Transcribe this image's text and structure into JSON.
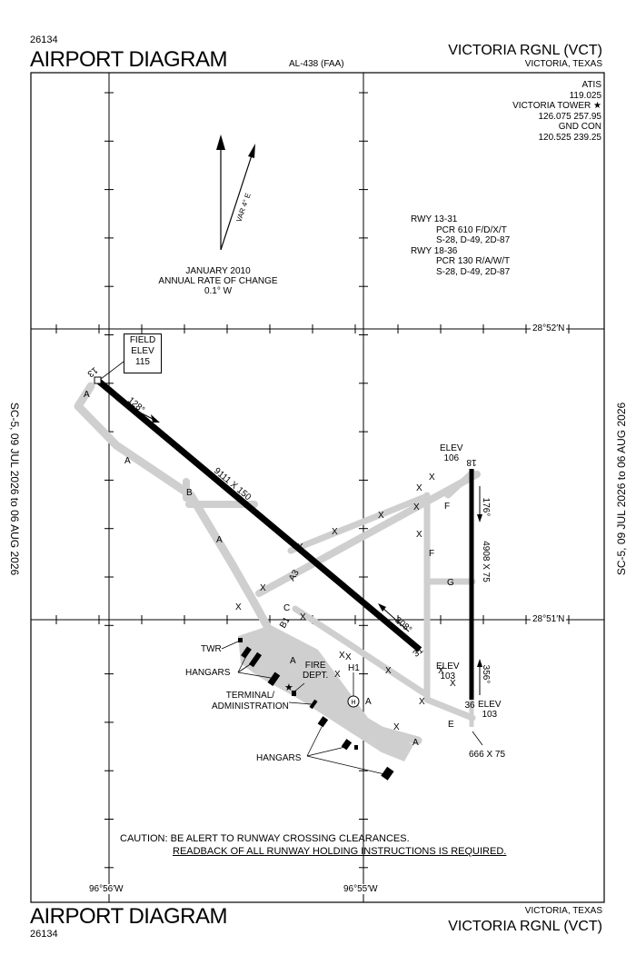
{
  "header": {
    "volume_number": "26134",
    "title": "AIRPORT DIAGRAM",
    "chart_id": "AL-438 (FAA)",
    "airport_name": "VICTORIA RGNL (VCT)",
    "city_state": "VICTORIA, TEXAS"
  },
  "footer": {
    "title": "AIRPORT DIAGRAM",
    "volume_number": "26134",
    "city_state": "VICTORIA, TEXAS",
    "airport_name": "VICTORIA RGNL (VCT)"
  },
  "side_text": {
    "left": "SC-5, 09 JUL 2026 to 06 AUG 2026",
    "right": "SC-5, 09 JUL 2026 to 06 AUG 2026"
  },
  "frequencies": {
    "atis_label": "ATIS",
    "atis_freq": "119.025",
    "tower_label": "VICTORIA TOWER ★",
    "tower_freq": "126.075 257.95",
    "gnd_label": "GND CON",
    "gnd_freq": "120.525 239.25"
  },
  "pavement": {
    "rwy1_label": "RWY 13-31",
    "rwy1_pcr": "PCR 610 F/D/X/T",
    "rwy1_strength": "S-28, D-49, 2D-87",
    "rwy2_label": "RWY 18-36",
    "rwy2_pcr": "PCR 130 R/A/W/T",
    "rwy2_strength": "S-28, D-49, 2D-87"
  },
  "declination": {
    "line1": "JANUARY 2010",
    "line2": "ANNUAL RATE OF CHANGE",
    "line3": "0.1° W",
    "var_label": "VAR 4° E"
  },
  "coordinates": {
    "lat_north": "28°52′N",
    "lat_south": "28°51′N",
    "lon_west": "96°56′W",
    "lon_east": "96°55′W"
  },
  "field_elevation": {
    "line1": "FIELD",
    "line2": "ELEV",
    "value": "115"
  },
  "runways": {
    "rwy13_31": {
      "end_a": "13",
      "end_b": "31",
      "dimensions": "9111 X 150",
      "heading_a": "128°",
      "heading_b": "308°",
      "elev_b_label": "ELEV",
      "elev_b_value": "103"
    },
    "rwy18_36": {
      "end_a": "18",
      "end_b": "36",
      "dimensions": "4908 X 75",
      "heading_a": "176°",
      "heading_b": "356°",
      "elev_a_label": "ELEV",
      "elev_a_value": "106",
      "elev_b_label": "ELEV",
      "elev_b_value": "103",
      "extension_dims": "666 X 75"
    }
  },
  "taxiways": {
    "a": "A",
    "b": "B",
    "c": "C",
    "e": "E",
    "f": "F",
    "g": "G",
    "a3": "A3",
    "b1": "B1",
    "h1": "H1",
    "x_mark": "X"
  },
  "facilities": {
    "twr": "TWR",
    "hangars_1": "HANGARS",
    "fire_dept_1": "FIRE",
    "fire_dept_2": "DEPT.",
    "terminal_1": "TERMINAL/",
    "terminal_2": "ADMINISTRATION",
    "hangars_2": "HANGARS",
    "heliport": "H"
  },
  "caution": {
    "line1": "CAUTION: BE ALERT TO RUNWAY CROSSING CLEARANCES.",
    "line2": "READBACK OF ALL RUNWAY HOLDING INSTRUCTIONS IS REQUIRED."
  }
}
